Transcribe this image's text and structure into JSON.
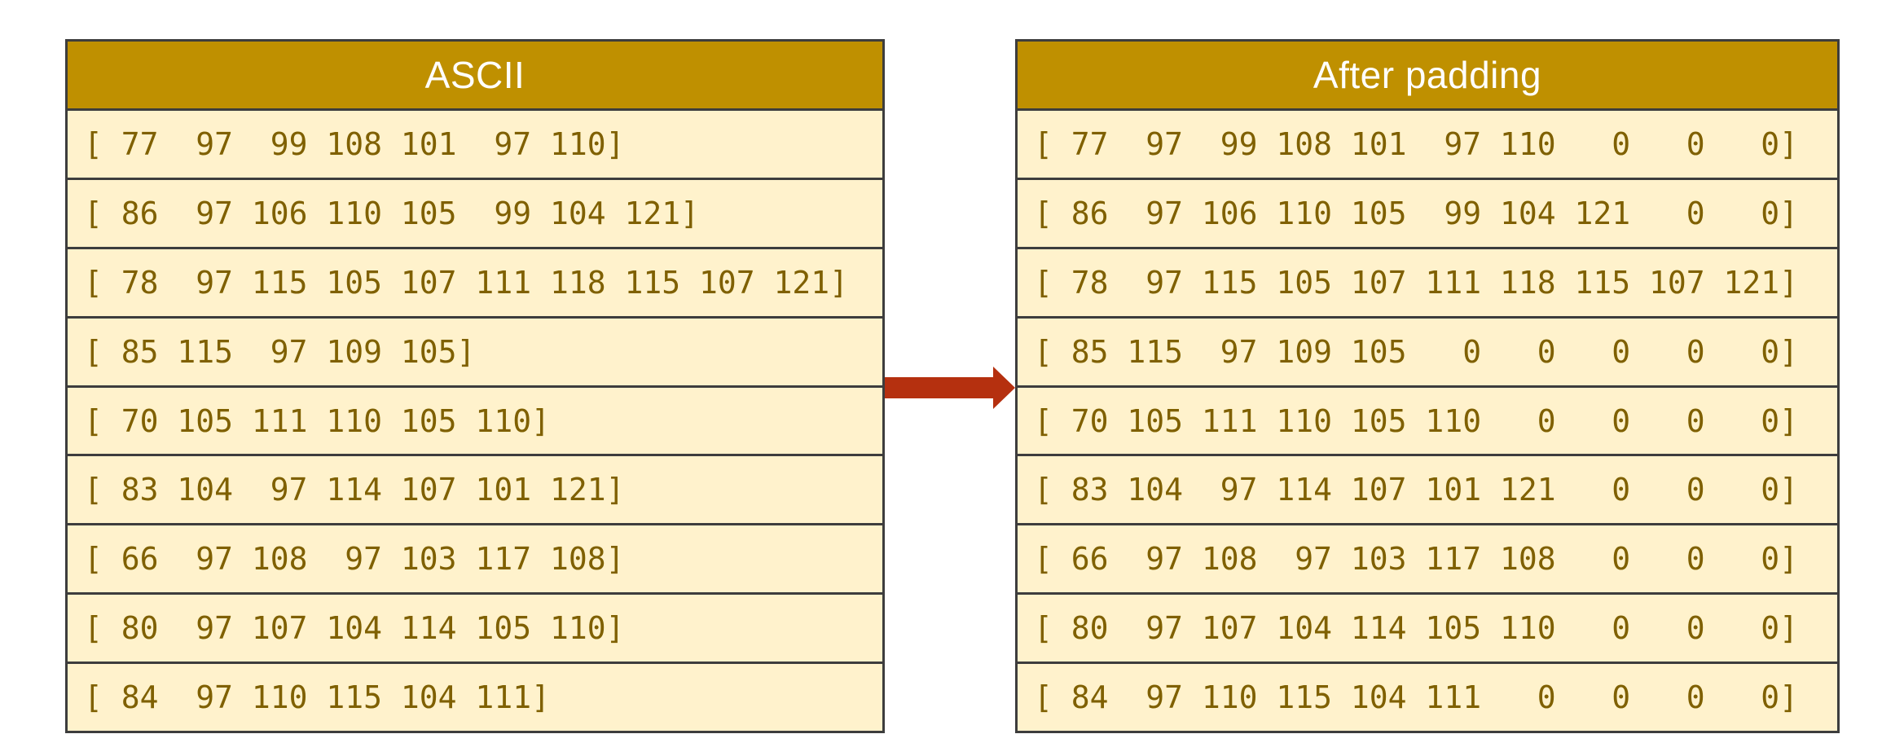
{
  "page_bg": "#ffffff",
  "colors": {
    "page_bg": "#ffffff",
    "header_bg": "#bf9000",
    "header_text": "#ffffff",
    "row_bg": "#fff2cc",
    "number_text": "#7f6000",
    "border": "#3d3d3d",
    "arrow": "#b5300f"
  },
  "left_table": {
    "title": "ASCII",
    "rows": [
      {
        "text": "[ 77  97  99 108 101  97 110]",
        "values": [
          77,
          97,
          99,
          108,
          101,
          97,
          110
        ]
      },
      {
        "text": "[ 86  97 106 110 105  99 104 121]",
        "values": [
          86,
          97,
          106,
          110,
          105,
          99,
          104,
          121
        ]
      },
      {
        "text": "[ 78  97 115 105 107 111 118 115 107 121]",
        "values": [
          78,
          97,
          115,
          105,
          107,
          111,
          118,
          115,
          107,
          121
        ]
      },
      {
        "text": "[ 85 115  97 109 105]",
        "values": [
          85,
          115,
          97,
          109,
          105
        ]
      },
      {
        "text": "[ 70 105 111 110 105 110]",
        "values": [
          70,
          105,
          111,
          110,
          105,
          110
        ]
      },
      {
        "text": "[ 83 104  97 114 107 101 121]",
        "values": [
          83,
          104,
          97,
          114,
          107,
          101,
          121
        ]
      },
      {
        "text": "[ 66  97 108  97 103 117 108]",
        "values": [
          66,
          97,
          108,
          97,
          103,
          117,
          108
        ]
      },
      {
        "text": "[ 80  97 107 104 114 105 110]",
        "values": [
          80,
          97,
          107,
          104,
          114,
          105,
          110
        ]
      },
      {
        "text": "[ 84  97 110 115 104 111]",
        "values": [
          84,
          97,
          110,
          115,
          104,
          111
        ]
      }
    ]
  },
  "right_table": {
    "title": "After padding",
    "rows": [
      {
        "text": "[ 77  97  99 108 101  97 110   0   0   0]",
        "values": [
          77,
          97,
          99,
          108,
          101,
          97,
          110,
          0,
          0,
          0
        ]
      },
      {
        "text": "[ 86  97 106 110 105  99 104 121   0   0]",
        "values": [
          86,
          97,
          106,
          110,
          105,
          99,
          104,
          121,
          0,
          0
        ]
      },
      {
        "text": "[ 78  97 115 105 107 111 118 115 107 121]",
        "values": [
          78,
          97,
          115,
          105,
          107,
          111,
          118,
          115,
          107,
          121
        ]
      },
      {
        "text": "[ 85 115  97 109 105   0   0   0   0   0]",
        "values": [
          85,
          115,
          97,
          109,
          105,
          0,
          0,
          0,
          0,
          0
        ]
      },
      {
        "text": "[ 70 105 111 110 105 110   0   0   0   0]",
        "values": [
          70,
          105,
          111,
          110,
          105,
          110,
          0,
          0,
          0,
          0
        ]
      },
      {
        "text": "[ 83 104  97 114 107 101 121   0   0   0]",
        "values": [
          83,
          104,
          97,
          114,
          107,
          101,
          121,
          0,
          0,
          0
        ]
      },
      {
        "text": "[ 66  97 108  97 103 117 108   0   0   0]",
        "values": [
          66,
          97,
          108,
          97,
          103,
          117,
          108,
          0,
          0,
          0
        ]
      },
      {
        "text": "[ 80  97 107 104 114 105 110   0   0   0]",
        "values": [
          80,
          97,
          107,
          104,
          114,
          105,
          110,
          0,
          0,
          0
        ]
      },
      {
        "text": "[ 84  97 110 115 104 111   0   0   0   0]",
        "values": [
          84,
          97,
          110,
          115,
          104,
          111,
          0,
          0,
          0,
          0
        ]
      }
    ]
  },
  "arrow": {
    "direction": "right"
  }
}
